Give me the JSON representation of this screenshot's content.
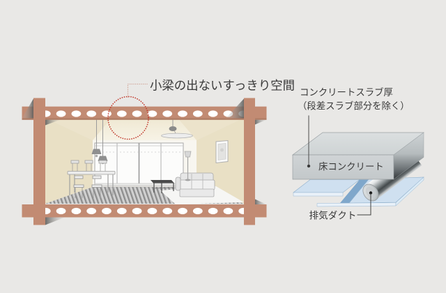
{
  "page": {
    "background_color": "#e9e8e6",
    "text_color": "#3a3a3a"
  },
  "room_diagram": {
    "callout_label": "小梁の出ないすっきり空間",
    "accent_circle_color": "#c23b2e",
    "leader_dot_color": "#cf9e90",
    "frame_color": "#c28b73",
    "wall_color": "#e9e0c5",
    "ceiling_color": "#f2edda"
  },
  "slab_diagram": {
    "title_line1": "コンクリートスラブ厚",
    "title_line2": "（段差スラブ部分を除く）",
    "floor_concrete_label": "床コンクリート",
    "exhaust_duct_label": "排気ダクト",
    "slab_top_color": "#d8dcdd",
    "slab_front_color": "#caced0",
    "step_slab_color": "#cfe0f0",
    "step_wall_color": "#7fa7cb",
    "leader_line_color": "#4a4a4a"
  }
}
